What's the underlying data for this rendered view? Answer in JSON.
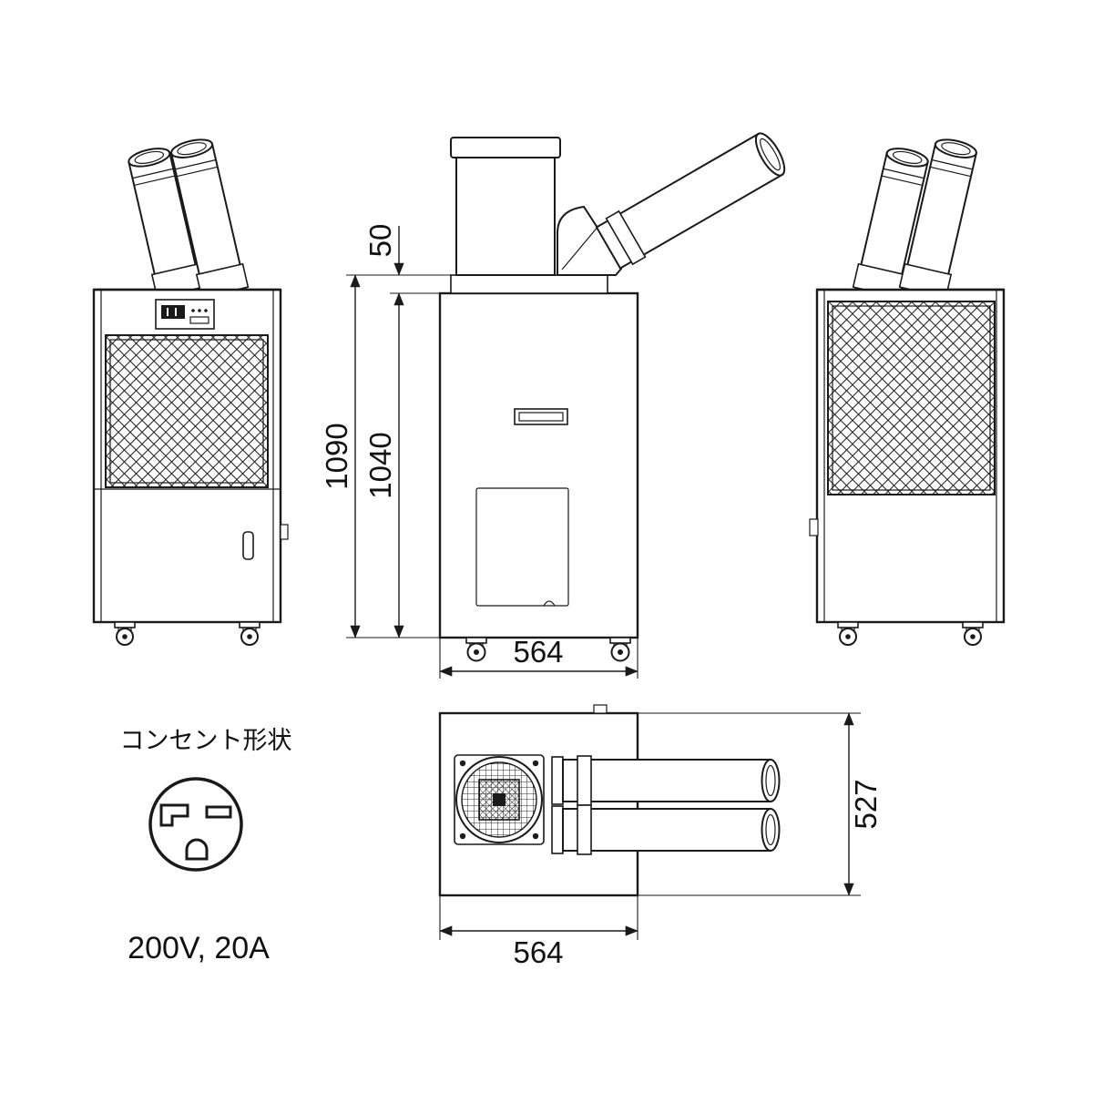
{
  "colors": {
    "line": "#1a1a1a",
    "background": "#ffffff"
  },
  "side_view": {
    "top_offset": "50",
    "overall_height": "1090",
    "body_height": "1040",
    "width": "564"
  },
  "top_view": {
    "depth": "527",
    "width": "564"
  },
  "outlet": {
    "label": "コンセント形状",
    "rating": "200V, 20A"
  }
}
